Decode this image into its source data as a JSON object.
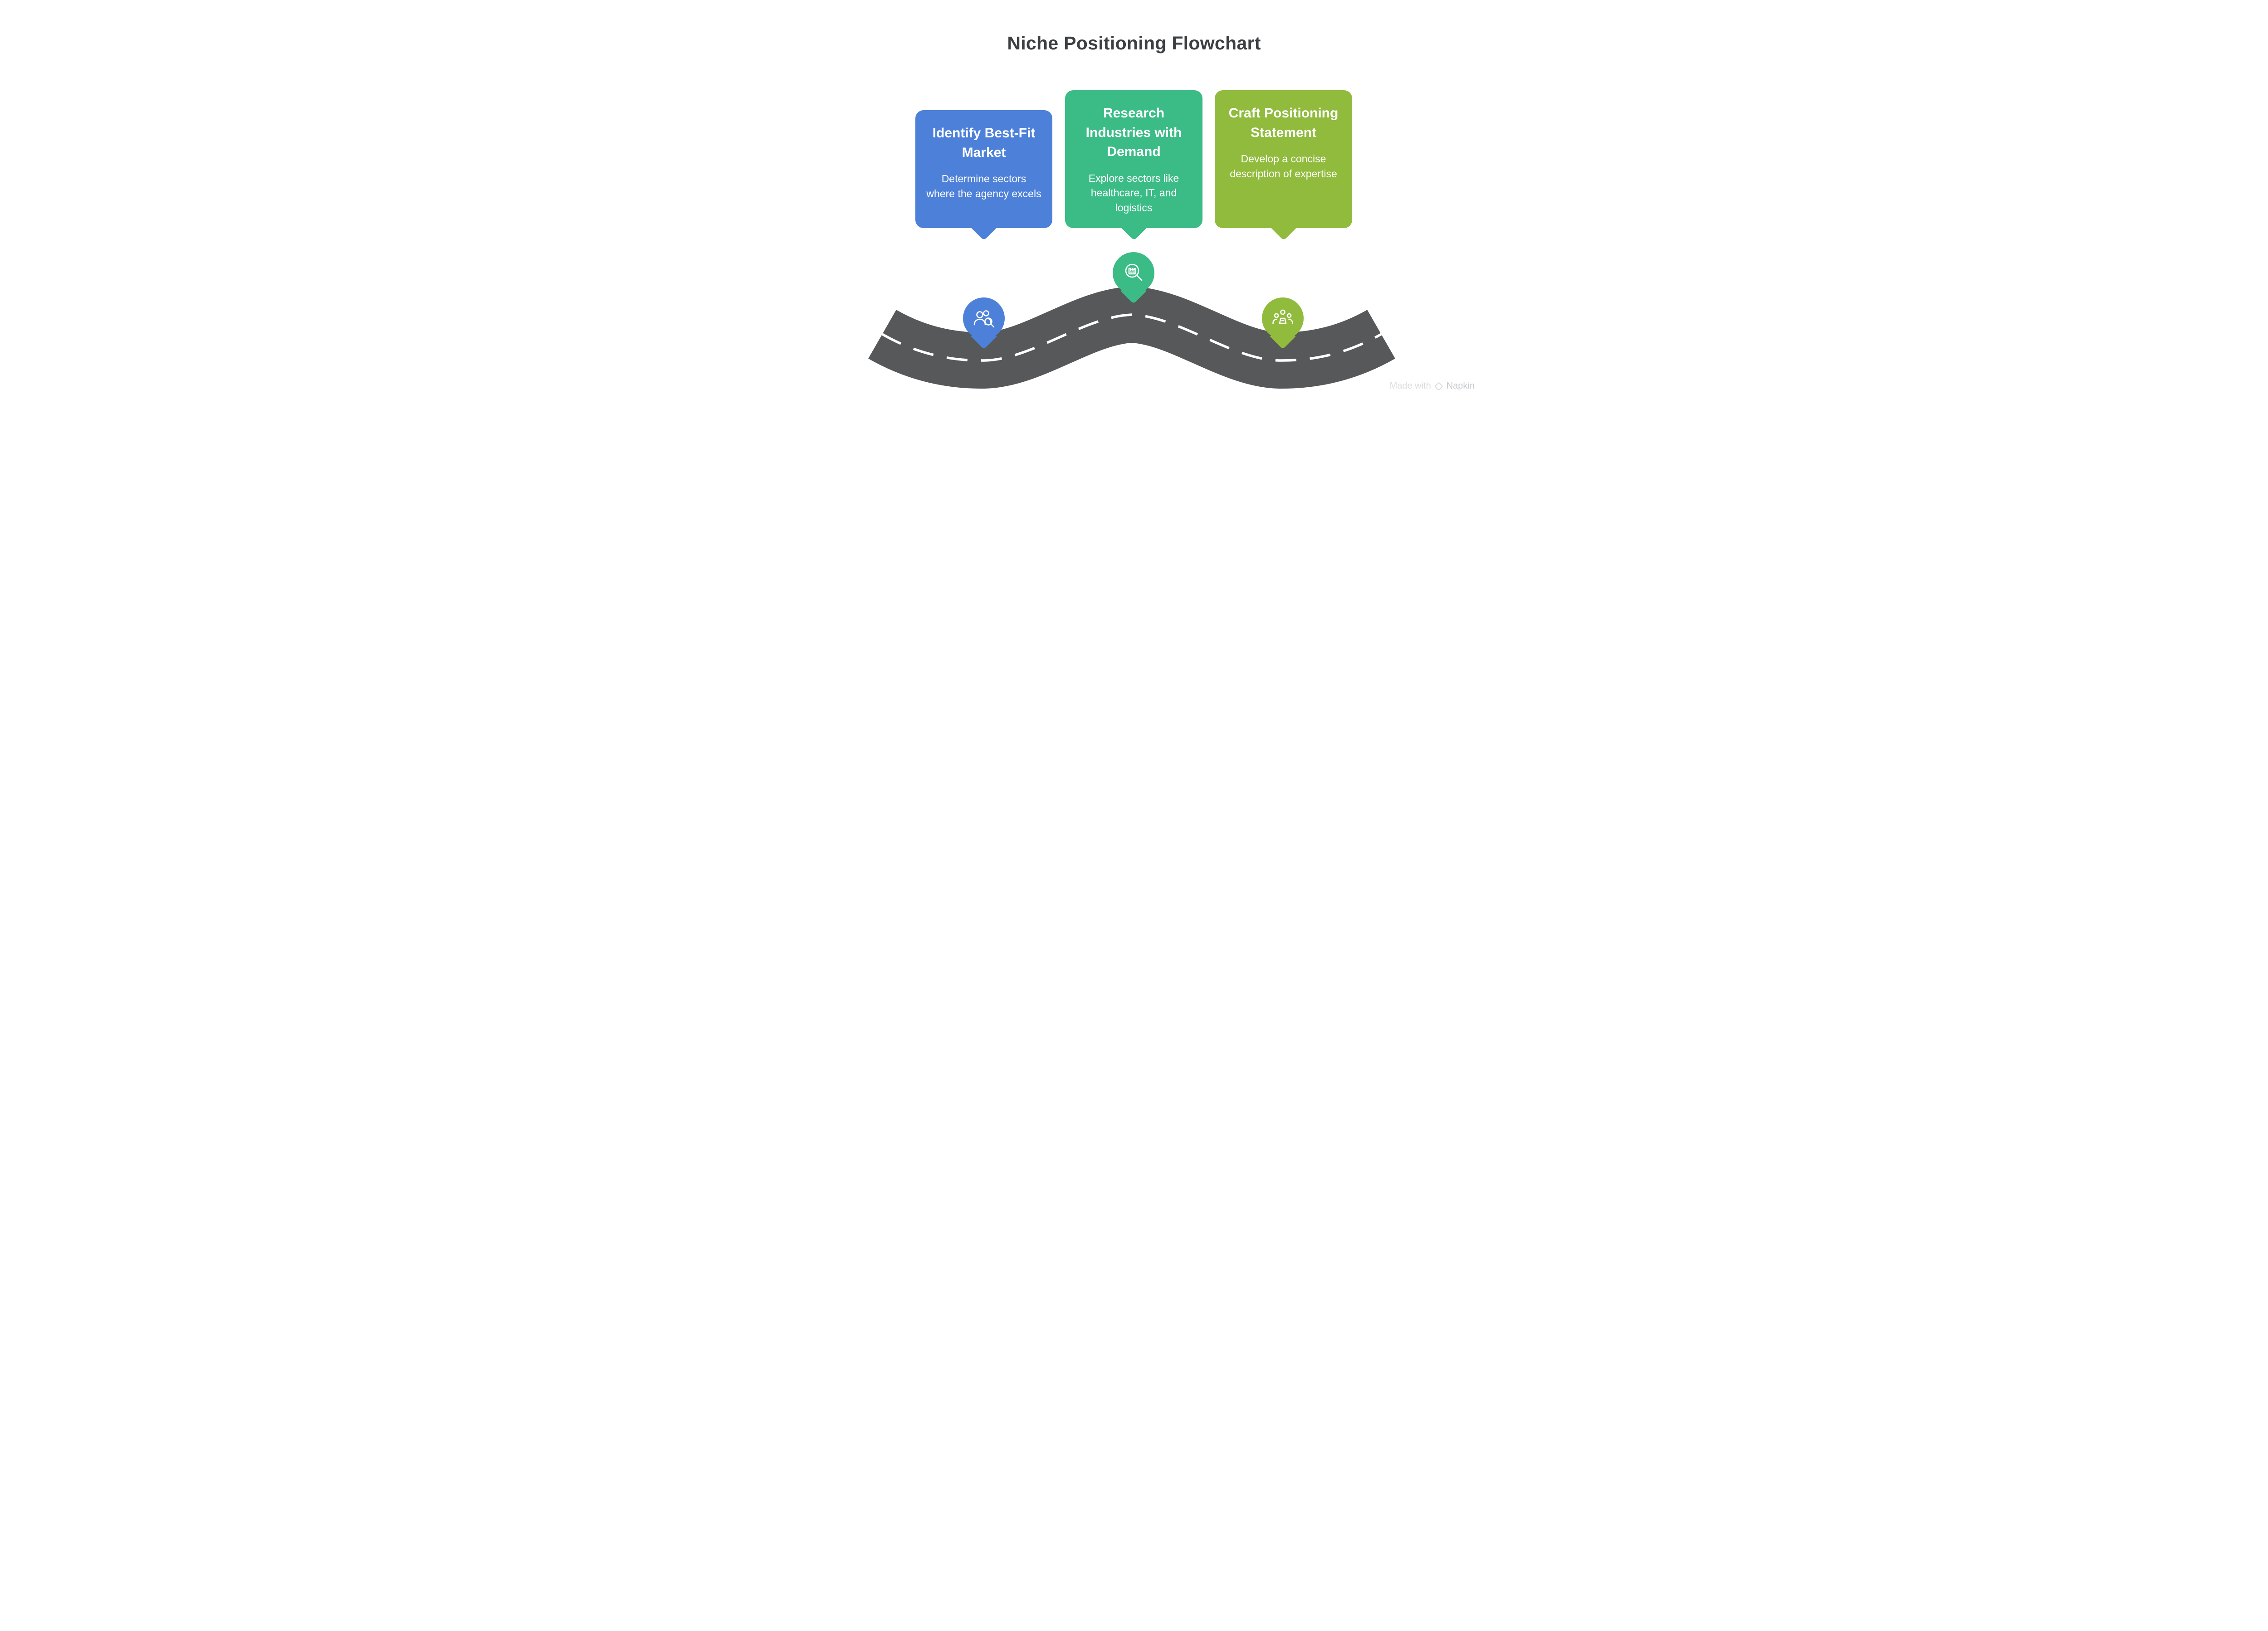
{
  "page": {
    "title": "Niche Positioning Flowchart",
    "background_color": "#ffffff"
  },
  "cards": [
    {
      "title": "Identify Best-Fit Market",
      "body": "Determine sectors where the agency excels",
      "color": "#4d80d8",
      "icon": "team-search-icon"
    },
    {
      "title": "Research Industries with Demand",
      "body": "Explore sectors like healthcare, IT, and logistics",
      "color": "#3bbc86",
      "icon": "industry-search-icon"
    },
    {
      "title": "Craft Positioning Statement",
      "body": "Develop a concise description of expertise",
      "color": "#90bb3c",
      "icon": "podium-audience-icon"
    }
  ],
  "road": {
    "asphalt_color": "#57585a",
    "lane_line_color": "#ffffff"
  },
  "watermark": {
    "prefix": "Made with",
    "brand": "Napkin"
  }
}
